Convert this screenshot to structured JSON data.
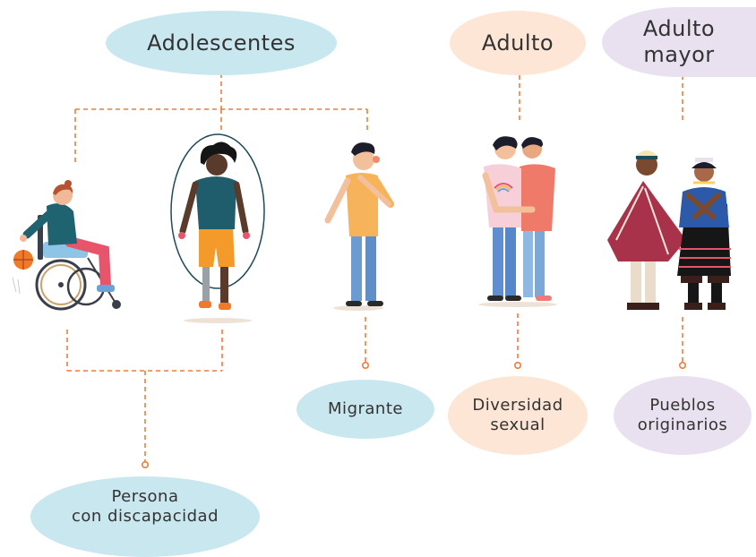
{
  "groups": {
    "adolescentes": "Adolescentes",
    "adulto": "Adulto",
    "adulto_mayor": [
      "Adulto",
      "mayor"
    ]
  },
  "categories": {
    "persona_discapacidad": [
      "Persona",
      "con discapacidad"
    ],
    "migrante": "Migrante",
    "diversidad_sexual": [
      "Diversidad",
      "sexual"
    ],
    "pueblos_originarios": [
      "Pueblos",
      "originarios"
    ]
  },
  "colors": {
    "connector": "#f07a3a",
    "blue_bubble": "#c9e7ef",
    "peach_bubble": "#fde6d5",
    "lilac_bubble": "#e9e1ef"
  }
}
